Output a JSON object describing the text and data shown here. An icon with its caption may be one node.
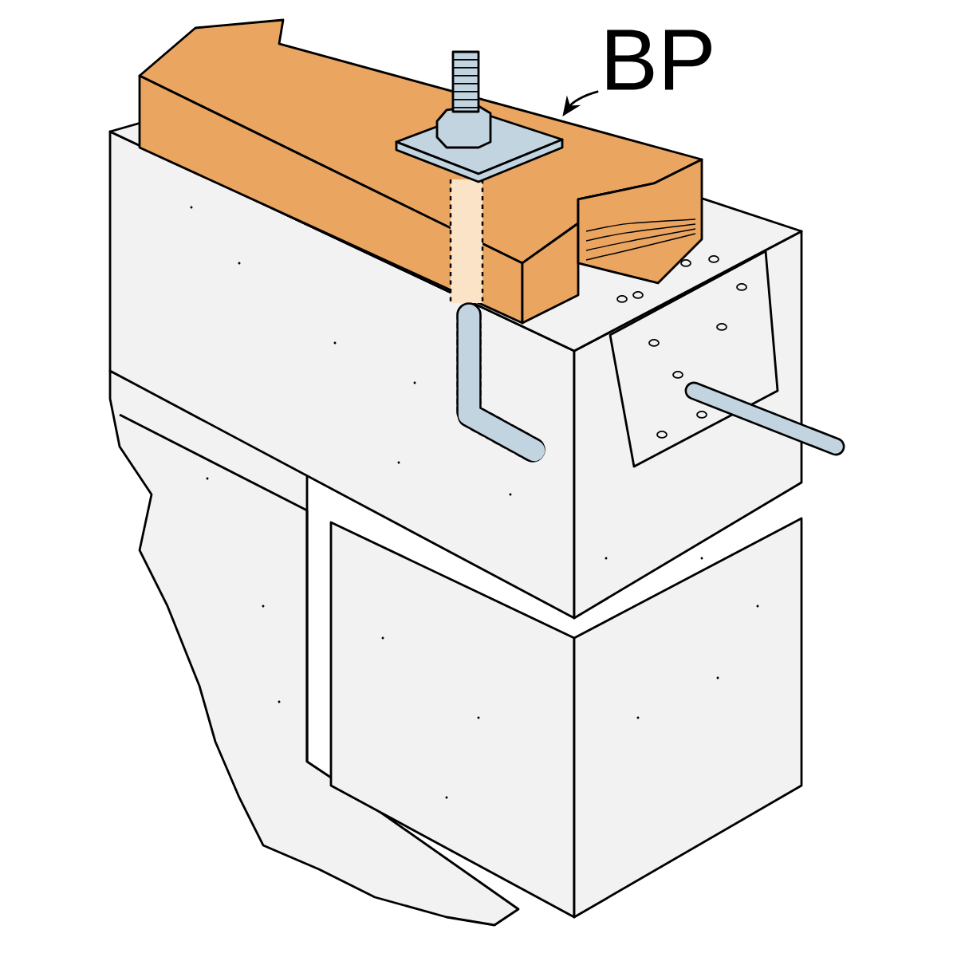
{
  "diagram": {
    "nodes": [
      {
        "text": [
          "BP"
        ]
      },
      {
        "text": [],
        "shape": "picture"
      }
    ],
    "edges": [
      {
        "from": 0,
        "to": 1,
        "arrow": "to"
      }
    ]
  }
}
